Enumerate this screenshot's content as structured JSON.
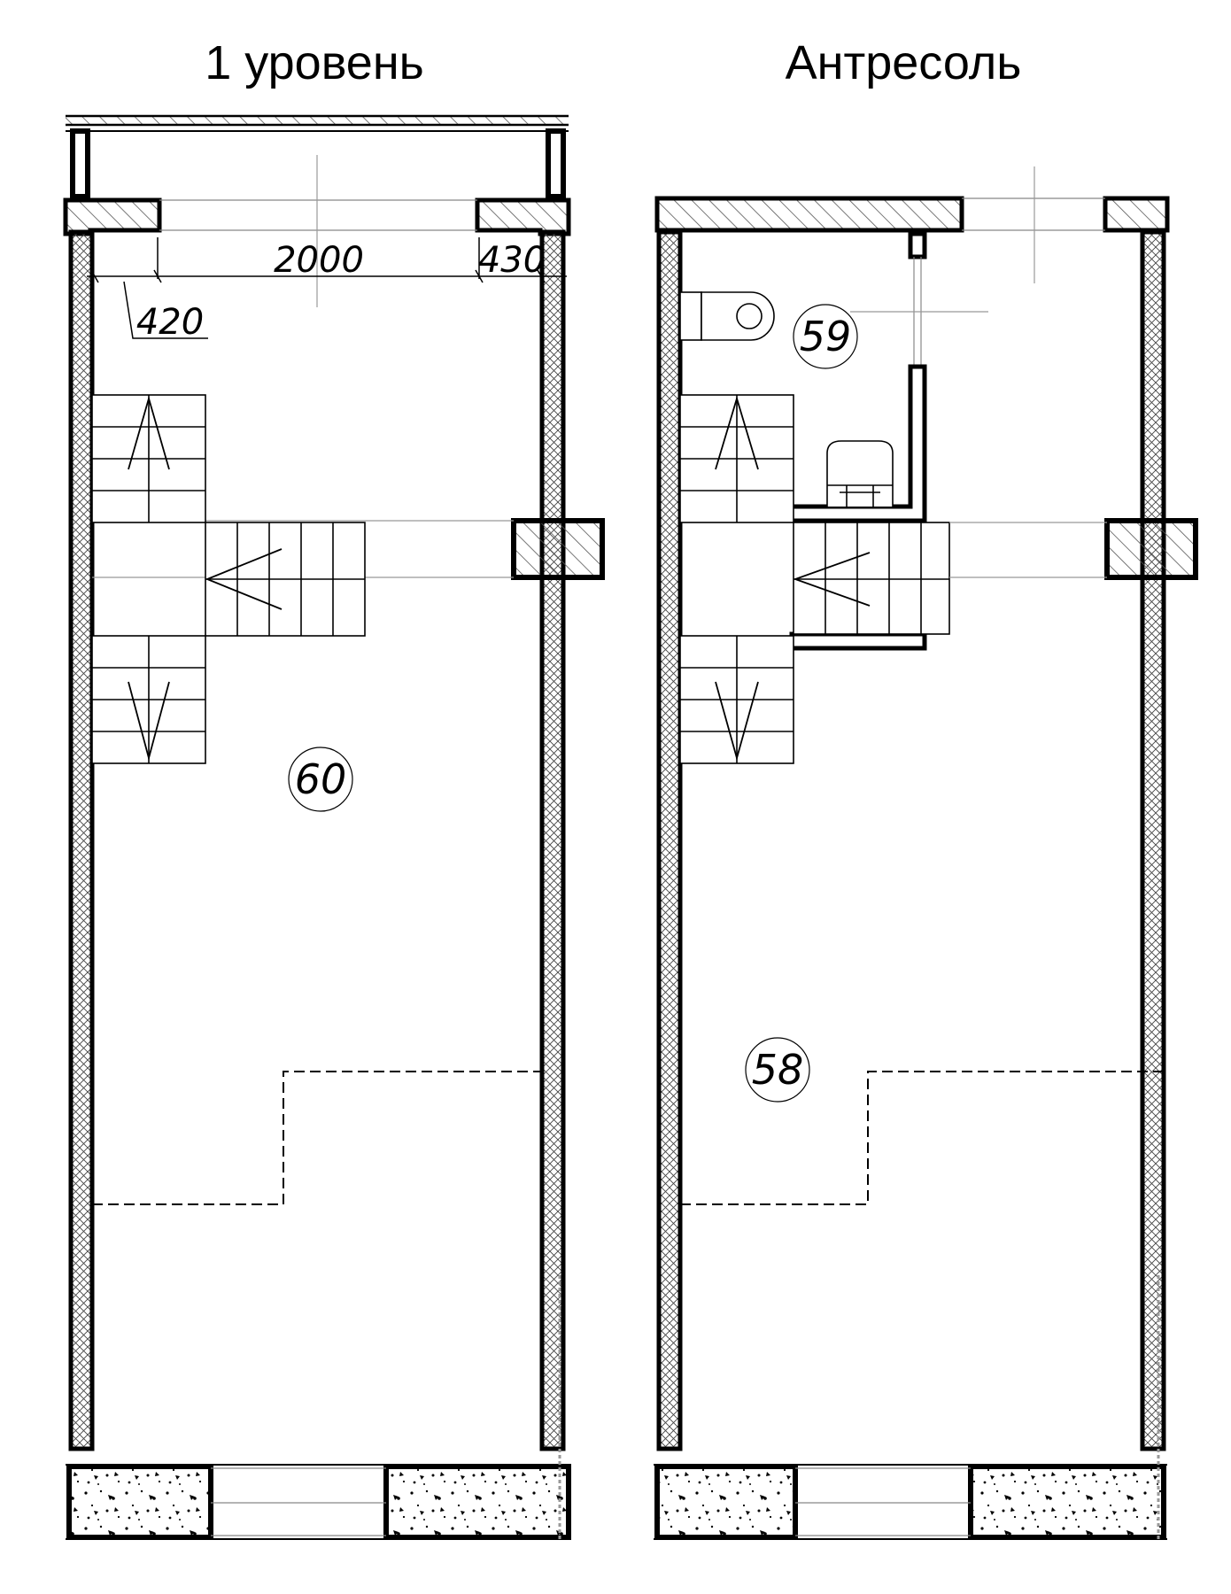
{
  "titles": {
    "level_1": "1 уровень",
    "mezzanine": "Антресоль"
  },
  "dimensions": {
    "main": "2000",
    "right": "430",
    "left": "420"
  },
  "rooms": {
    "level_1_room": "60",
    "mezzanine_bathroom": "59",
    "mezzanine_room": "58"
  }
}
